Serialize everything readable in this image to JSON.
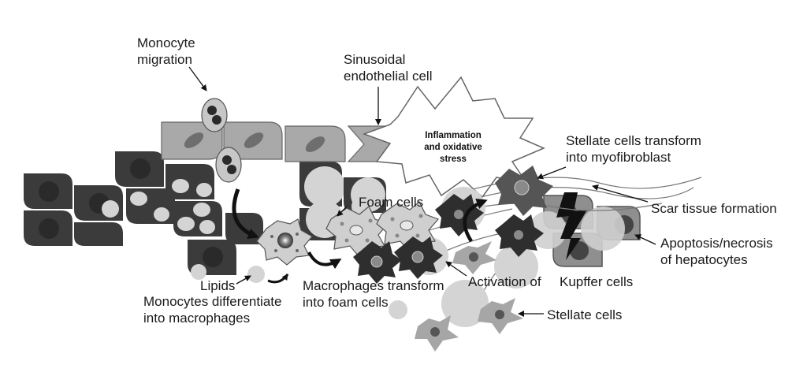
{
  "labels": {
    "monocyte_migration": [
      "Monocyte",
      "migration"
    ],
    "sinusoidal_endothelial": [
      "Sinusoidal",
      "endothelial cell"
    ],
    "inflammation": [
      "Inflammation",
      "and oxidative",
      "stress"
    ],
    "stellate_transform": [
      "Stellate cells transform",
      "into myofibroblast"
    ],
    "scar_tissue": "Scar tissue formation",
    "apoptosis": [
      "Apoptosis/necrosis",
      "of hepatocytes"
    ],
    "foam_cells": "Foam cells",
    "lipids": "Lipids",
    "monocytes_diff": [
      "Monocytes differentiate",
      "into macrophages"
    ],
    "macrophages_transform": [
      "Macrophages transform",
      "into foam cells"
    ],
    "activation_of": "Activation of",
    "kupffer_cells": "Kupffer cells",
    "stellate_cells": "Stellate cells"
  },
  "colors": {
    "hepatocyte_dark": "#3b3b3b",
    "hepatocyte_nucleus": "#2a2a2a",
    "endothelial": "#a9a9a9",
    "endothelial_nucleus": "#6e6e6e",
    "lipid": "#d4d4d4",
    "stellate": "#a6a6a6",
    "activated_stellate": "#555555",
    "macrophage_dark": "#2e2e2e",
    "foam_cell": "#cfcfcf"
  }
}
